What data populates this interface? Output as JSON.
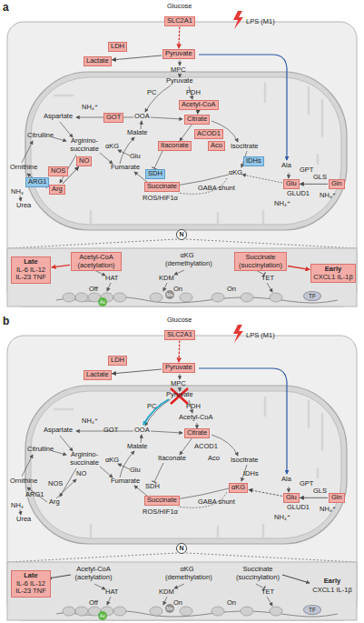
{
  "diagram": {
    "nodes": [
      {
        "text": [
          "SLC2A1"
        ]
      },
      {
        "text": [
          "LDH"
        ]
      },
      {
        "text": [
          "Lactate"
        ]
      },
      {
        "text": [
          "Pyruvate"
        ]
      },
      {
        "text": [
          "Acetyl-CoA"
        ]
      },
      {
        "text": [
          "Citrate"
        ]
      },
      {
        "text": [
          "GOT"
        ]
      },
      {
        "text": [
          "ACOD1"
        ]
      },
      {
        "text": [
          "Itaconate"
        ]
      },
      {
        "text": [
          "Aco"
        ]
      },
      {
        "text": [
          "NO"
        ]
      },
      {
        "text": [
          "NOS"
        ]
      },
      {
        "text": [
          "SDH"
        ]
      },
      {
        "text": [
          "IDHs"
        ]
      },
      {
        "text": [
          "ARG1"
        ]
      },
      {
        "text": [
          "Arg"
        ]
      },
      {
        "text": [
          "Succinate"
        ]
      },
      {
        "text": [
          "Glu"
        ]
      },
      {
        "text": [
          "Gln"
        ]
      },
      {
        "text": [
          "N"
        ]
      },
      {
        "text": [
          "Acetyl-CoA (acetylation)"
        ]
      },
      {
        "text": [
          "Succinate (succinylation)"
        ]
      },
      {
        "text": [
          "Late",
          "IL-6 IL-12 IL-23 TNF"
        ]
      },
      {
        "text": [
          "Early",
          "CXCL1 IL-1β"
        ]
      },
      {
        "text": [
          "TF"
        ]
      },
      {
        "text": [
          "Me"
        ]
      },
      {
        "text": [
          "Ac"
        ]
      },
      {
        "text": [
          "SLC2A1"
        ]
      },
      {
        "text": [
          "LDH"
        ]
      },
      {
        "text": [
          "Lactate"
        ]
      },
      {
        "text": [
          "Pyruvate"
        ]
      },
      {
        "text": [
          "Citrate"
        ]
      },
      {
        "text": [
          "αKG"
        ]
      },
      {
        "text": [
          "Succinate"
        ]
      },
      {
        "text": [
          "Glu"
        ]
      },
      {
        "text": [
          "Gln"
        ]
      },
      {
        "text": [
          "N"
        ]
      },
      {
        "text": [
          "Late",
          "IL-6 IL-12 IL-23 TNF"
        ]
      },
      {
        "text": [
          "TF"
        ]
      },
      {
        "text": [
          "Me"
        ]
      },
      {
        "text": [
          "Ac"
        ]
      }
    ],
    "edges": [
      {
        "from": 0,
        "to": 3,
        "arrow": "to"
      },
      {
        "from": 3,
        "to": 2,
        "arrow": "to"
      },
      {
        "from": 4,
        "to": 5,
        "arrow": "to"
      },
      {
        "from": 18,
        "to": 17,
        "arrow": "to"
      },
      {
        "from": 15,
        "to": 10,
        "arrow": "to"
      },
      {
        "from": 20,
        "to": 22,
        "arrow": "to"
      },
      {
        "from": 21,
        "to": 23,
        "arrow": "to"
      },
      {
        "from": 27,
        "to": 30,
        "arrow": "to"
      },
      {
        "from": 30,
        "to": 29,
        "arrow": "to"
      },
      {
        "from": 35,
        "to": 34,
        "arrow": "to"
      },
      {
        "from": 34,
        "to": 32,
        "arrow": "to"
      }
    ],
    "labels": [
      "a",
      "Glucose",
      "LPS (M1)",
      "MPC",
      "Pyruvate",
      "PC",
      "PDH",
      "OOA",
      "Aspartate",
      "NH₄⁺",
      "Malate",
      "Isocitrate",
      "αKG",
      "Glu",
      "Citrulline",
      "Arginino-succinate",
      "Ornithine",
      "Fumarate",
      "αKG",
      "NH₃",
      "Urea",
      "GABA shunt",
      "ROS/HIF1α",
      "Ala",
      "GPT",
      "GLUD1",
      "GLS",
      "NH₄⁺",
      "NH₄⁺",
      "αKG (demethylation)",
      "HAT",
      "Off",
      "KDM",
      "On",
      "TET",
      "On",
      "b",
      "Glucose",
      "LPS (M1)",
      "MPC",
      "Pyruvate",
      "PC",
      "PDH",
      "Acetyl-CoA",
      "OOA",
      "Aspartate",
      "NH₄⁺",
      "GOT",
      "Malate",
      "ACOD1",
      "Itaconate",
      "Aco",
      "Isocitrate",
      "IDHs",
      "αKG",
      "Glu",
      "Citrulline",
      "Arginino-succinate",
      "Ornithine",
      "NO",
      "NOS",
      "Fumarate",
      "SDH",
      "ARG1",
      "Arg",
      "NH₃",
      "Urea",
      "GABA shunt",
      "ROS/HIF1α",
      "Ala",
      "GPT",
      "GLUD1",
      "GLS",
      "NH₄⁺",
      "NH₄⁺",
      "Acetyl-CoA (acetylation)",
      "αKG (demethylation)",
      "Succinate (succinylation)",
      "Early",
      "CXCL1 IL-1β",
      "HAT",
      "Off",
      "KDM",
      "On",
      "TET",
      "On"
    ]
  }
}
